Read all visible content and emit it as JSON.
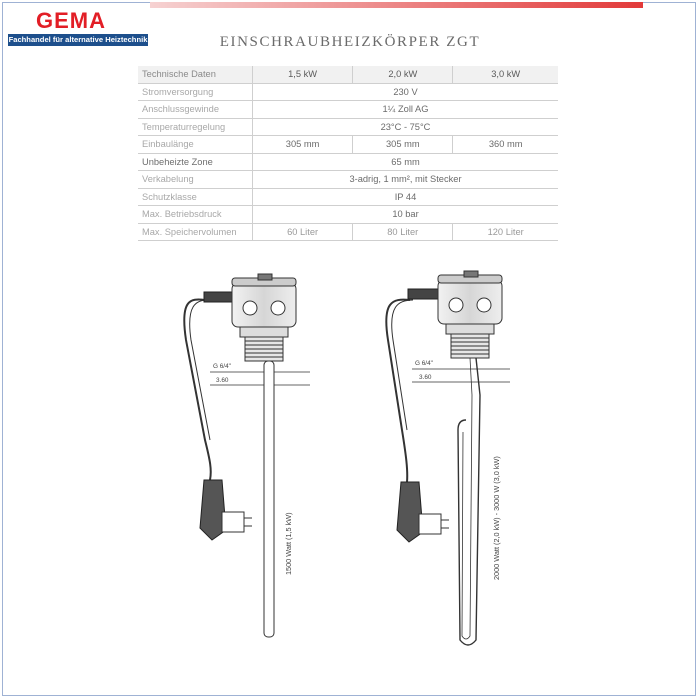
{
  "brand": {
    "name": "GEMA",
    "tagline": "Fachhandel für alternative Heiztechnik",
    "color_red": "#e21e26",
    "color_blue": "#1d4f8c"
  },
  "document": {
    "title": "EINSCHRAUBHEIZKÖRPER ZGT"
  },
  "table": {
    "header": [
      "Technische Daten",
      "1,5 kW",
      "2,0 kW",
      "3,0 kW"
    ],
    "rows": [
      {
        "label": "Stromversorgung",
        "values": [
          "230 V"
        ]
      },
      {
        "label": "Anschlussgewinde",
        "values": [
          "1¼ Zoll AG"
        ]
      },
      {
        "label": "Temperaturregelung",
        "values": [
          "23°C - 75°C"
        ]
      },
      {
        "label": "Einbaulänge",
        "values": [
          "305 mm",
          "305 mm",
          "360 mm"
        ]
      },
      {
        "label": "Unbeheizte Zone",
        "values": [
          "65 mm"
        ]
      },
      {
        "label": "Verkabelung",
        "values": [
          "3-adrig, 1 mm², mit Stecker"
        ]
      },
      {
        "label": "Schutzklasse",
        "values": [
          "IP 44"
        ]
      },
      {
        "label": "Max. Betriebsdruck",
        "values": [
          "10 bar"
        ]
      },
      {
        "label": "Max. Speichervolumen",
        "values": [
          "60 Liter",
          "80 Liter",
          "120 Liter"
        ]
      }
    ]
  },
  "drawings": {
    "left": {
      "thread_label": "G 6/4\"",
      "dim_label": "3.60",
      "power_label": "1500 Watt (1,5 kW)"
    },
    "right": {
      "thread_label": "G 6/4\"",
      "dim_label": "3.60",
      "power_label": "2000 Watt (2,0 kW) - 3000 W (3,0 kW)"
    }
  }
}
